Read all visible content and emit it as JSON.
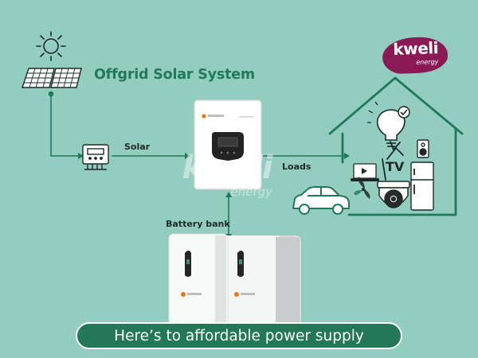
{
  "title": "Offgrid Solar System",
  "labels": {
    "solar": "Solar",
    "loads": "Loads",
    "battery_bank": "Battery bank",
    "tv": "TV"
  },
  "logo": {
    "main": "kweli",
    "sub": "energy"
  },
  "watermark": {
    "main": "kweli",
    "sub": "energy"
  },
  "tagline": "Here’s to affordable power supply",
  "colors": {
    "background": "#93cdbf",
    "title_green": "#23795c",
    "tagline_bg": "#237857",
    "brand_magenta": "#8a1a55",
    "line_green": "#1f7a5a"
  },
  "icons": [
    "sun-icon",
    "solar-panel-icon",
    "charge-controller-icon",
    "inverter-icon",
    "battery-icon",
    "house-icon",
    "lightbulb-icon",
    "checkmark-icon",
    "speaker-icon",
    "laptop-icon",
    "tv-icon",
    "refrigerator-icon",
    "fan-icon",
    "cctv-camera-icon",
    "car-icon"
  ]
}
